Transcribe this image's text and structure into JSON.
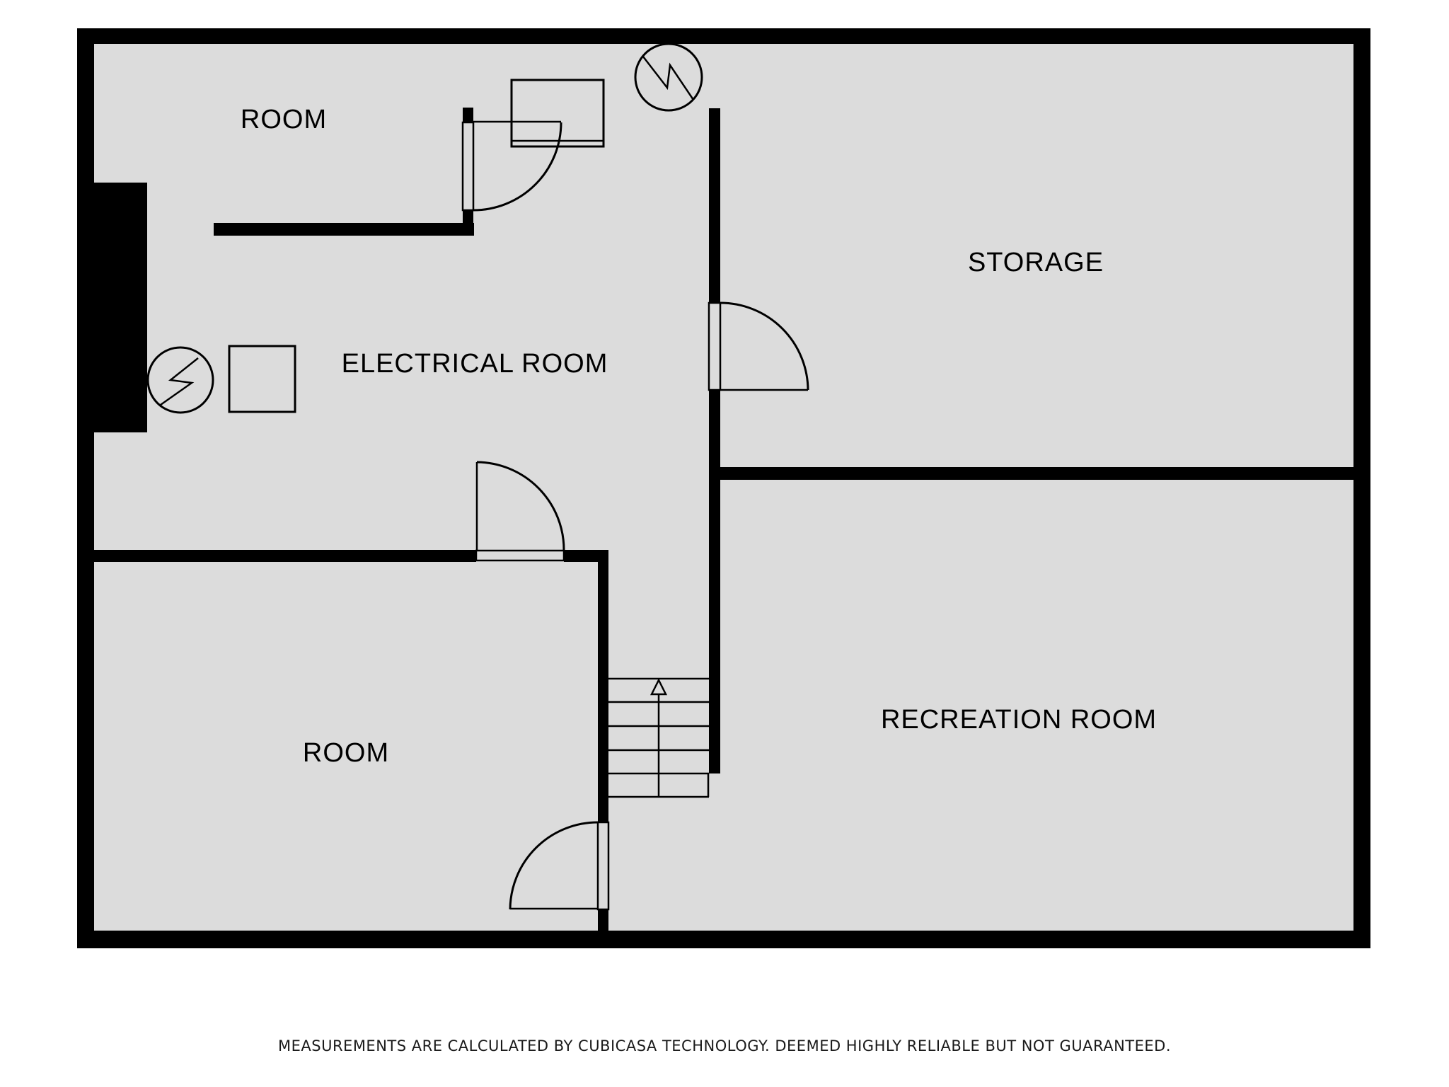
{
  "floorplan": {
    "rooms": [
      {
        "id": "room-top",
        "label": "ROOM"
      },
      {
        "id": "storage",
        "label": "STORAGE"
      },
      {
        "id": "electrical-room",
        "label": "ELECTRICAL ROOM"
      },
      {
        "id": "room-bottom",
        "label": "ROOM"
      },
      {
        "id": "recreation-room",
        "label": "RECREATION ROOM"
      }
    ],
    "symbols": [
      {
        "name": "electrical-meter-symbol",
        "shape": "circle-with-lightning-bolt"
      },
      {
        "name": "electrical-panel-symbol",
        "shape": "circle-with-lightning-bolt"
      },
      {
        "name": "electrical-box-symbol",
        "shape": "square-outline"
      },
      {
        "name": "window-symbol",
        "shape": "rectangle-with-double-line"
      },
      {
        "name": "stairs-up-arrow",
        "shape": "open-triangle-arrow"
      }
    ],
    "stairs": {
      "direction": "up",
      "tread_rows": 5
    },
    "doors": {
      "count": 4,
      "swing": "quarter-circle"
    },
    "colors": {
      "floor": "#dcdcdc",
      "walls": "#000000",
      "label_text": "#000000",
      "disclaimer_text": "#1a1a1a",
      "background": "#ffffff"
    }
  },
  "footer": {
    "disclaimer": "MEASUREMENTS ARE CALCULATED BY CUBICASA TECHNOLOGY. DEEMED HIGHLY RELIABLE BUT NOT GUARANTEED."
  }
}
